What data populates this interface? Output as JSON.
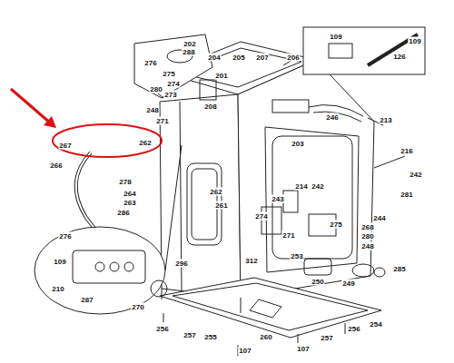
{
  "diagram": {
    "labels": [
      "288",
      "280",
      "248",
      "276",
      "202",
      "204",
      "205",
      "207",
      "206",
      "275",
      "274",
      "273",
      "201",
      "208",
      "271",
      "246",
      "213",
      "203",
      "109",
      "109",
      "126",
      "267",
      "262",
      "266",
      "278",
      "264",
      "263",
      "286",
      "262",
      "261",
      "243",
      "214",
      "242",
      "216",
      "242",
      "281",
      "244",
      "268",
      "280",
      "275",
      "248",
      "274",
      "271",
      "312",
      "253",
      "250",
      "249",
      "285",
      "254",
      "276",
      "109",
      "210",
      "287",
      "296",
      "270",
      "256",
      "257",
      "255",
      "107",
      "260",
      "107",
      "257",
      "256"
    ]
  }
}
